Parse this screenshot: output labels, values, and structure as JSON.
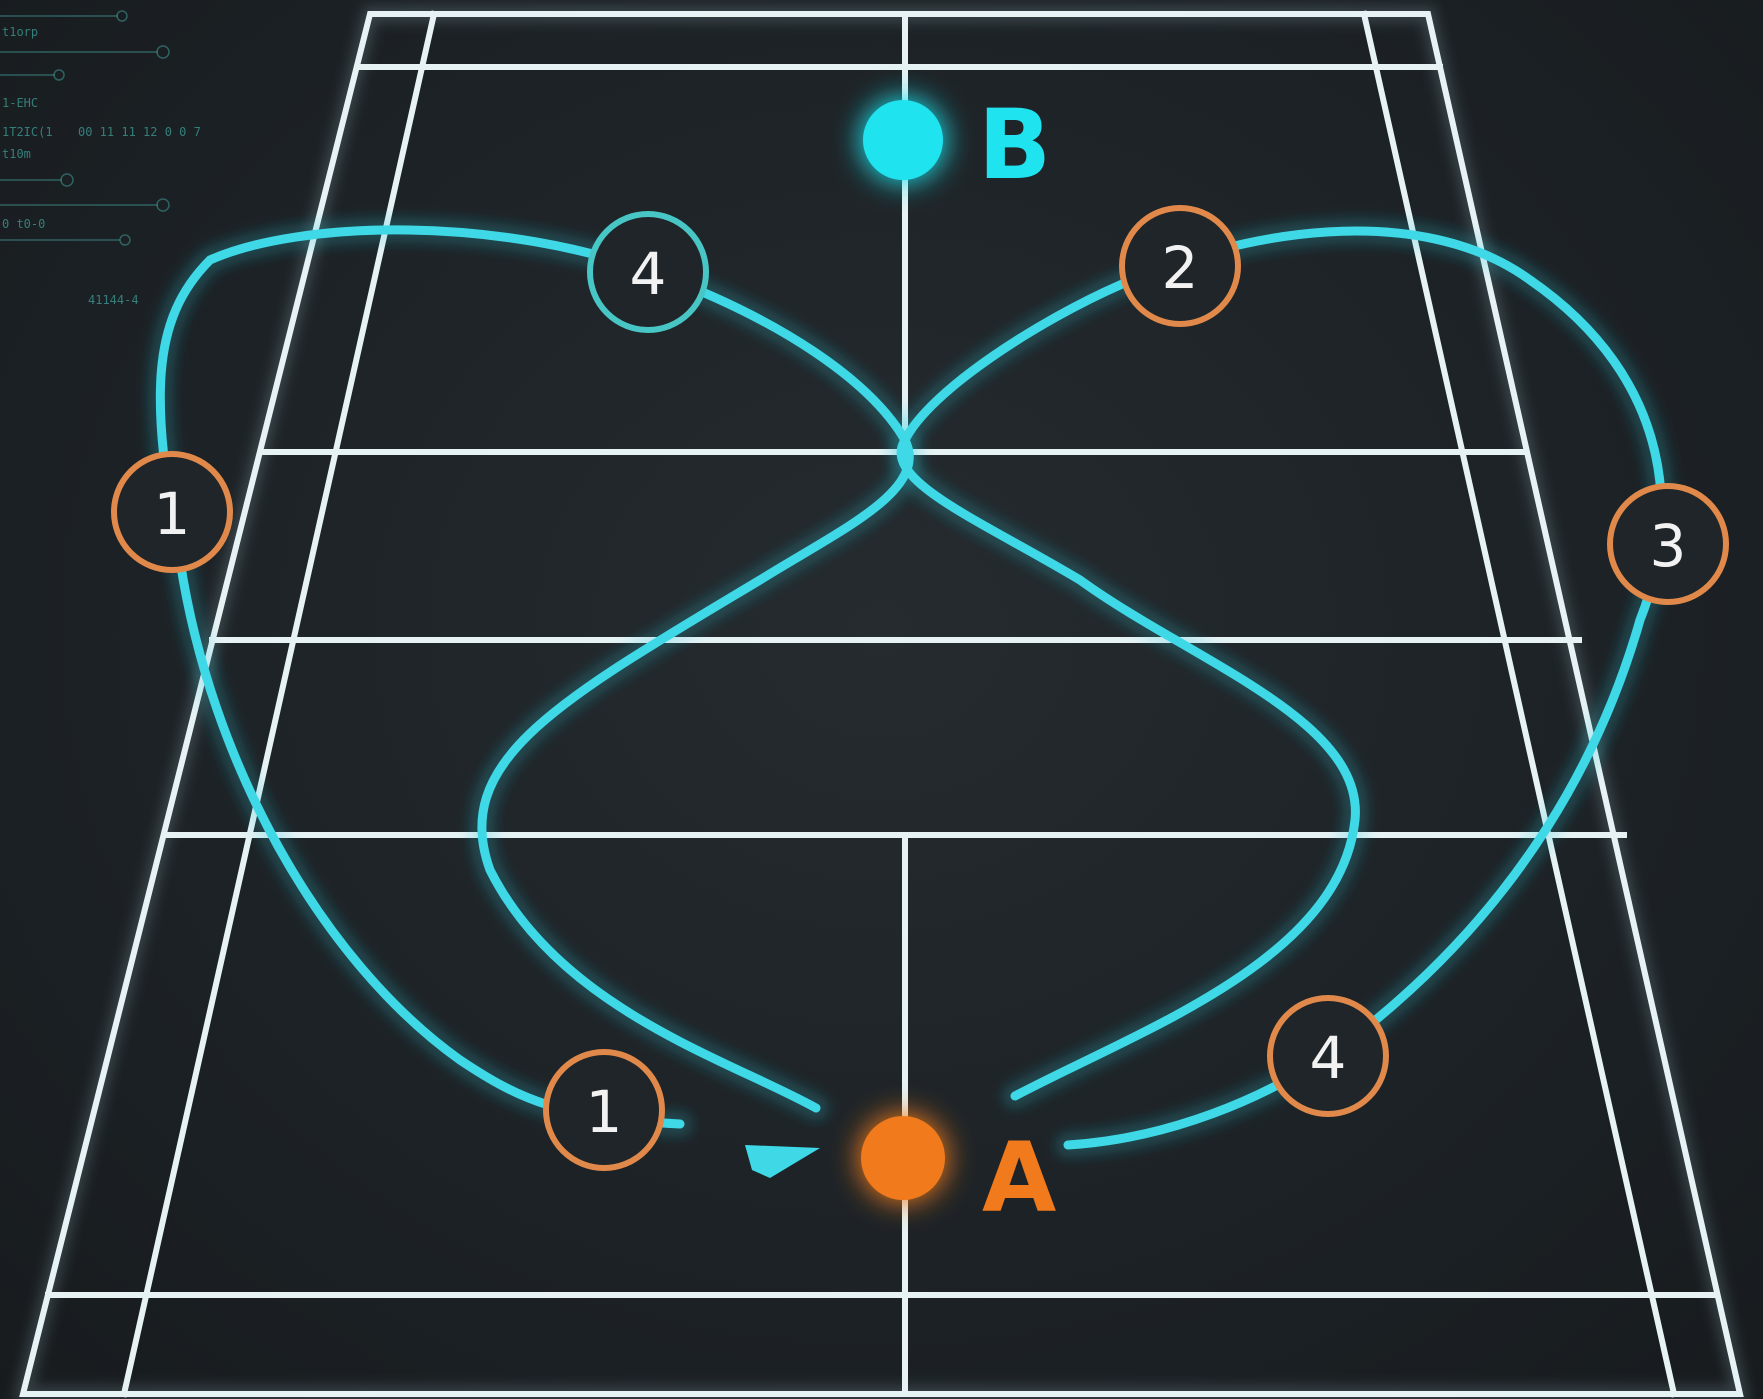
{
  "colors": {
    "court": "#e6f2f4",
    "path": "#3fd8e6",
    "point_a": "#f07a1c",
    "point_b": "#1fe3ee",
    "marker_orange": "#e0894a",
    "marker_teal": "#48c6c6",
    "background": "#1d2226"
  },
  "points": {
    "a": {
      "label": "A",
      "color": "#f07a1c"
    },
    "b": {
      "label": "B",
      "color": "#1fe3ee"
    }
  },
  "markers": [
    {
      "label": "1",
      "ring": "orange"
    },
    {
      "label": "1",
      "ring": "orange"
    },
    {
      "label": "2",
      "ring": "orange"
    },
    {
      "label": "3",
      "ring": "orange"
    },
    {
      "label": "4",
      "ring": "teal"
    },
    {
      "label": "4",
      "ring": "orange"
    }
  ],
  "hud": {
    "lines": [
      "t1orp",
      "1-EHC",
      "1T2IC(1",
      "00 11 11 12 0 0 7",
      "t10m",
      "0 t0-0",
      "41144-4"
    ]
  }
}
